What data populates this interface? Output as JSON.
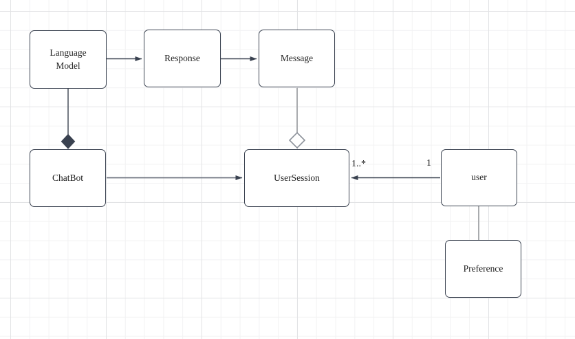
{
  "canvas": {
    "background": "#ffffff",
    "grid_minor_color": "#f2f2f3",
    "grid_major_color": "#e2e3e5"
  },
  "colors": {
    "node_fill": "#ffffff",
    "node_border": "#3a4250",
    "edge_dark": "#3a4250",
    "edge_gray": "#a9abae",
    "text": "#1f1f1f"
  },
  "nodes": [
    {
      "id": "language-model",
      "label": "Language Model"
    },
    {
      "id": "response",
      "label": "Response"
    },
    {
      "id": "message",
      "label": "Message"
    },
    {
      "id": "chatbot",
      "label": "ChatBot"
    },
    {
      "id": "user-session",
      "label": "UserSession"
    },
    {
      "id": "user",
      "label": "user"
    },
    {
      "id": "preference",
      "label": "Preference"
    }
  ],
  "edges": [
    {
      "from": "Language Model",
      "to": "Response",
      "type": "arrow"
    },
    {
      "from": "Response",
      "to": "Message",
      "type": "arrow"
    },
    {
      "from": "Language Model",
      "to": "ChatBot",
      "type": "composition-filled-diamond"
    },
    {
      "from": "Message",
      "to": "UserSession",
      "type": "aggregation-hollow-diamond"
    },
    {
      "from": "ChatBot",
      "to": "UserSession",
      "type": "arrow"
    },
    {
      "from": "user",
      "to": "UserSession",
      "type": "arrow",
      "source_label": "1",
      "target_label": "1..*"
    },
    {
      "from": "user",
      "to": "Preference",
      "type": "line"
    }
  ]
}
